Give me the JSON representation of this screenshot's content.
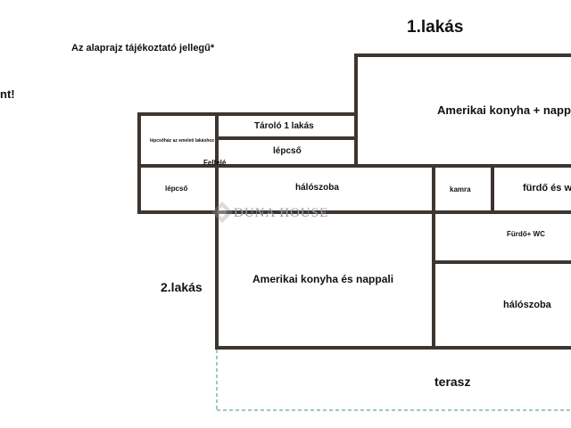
{
  "header": {
    "apartment_1": "1.lakás",
    "disclaimer": "Az alaprajz tájékoztató jellegű*",
    "left_fragment": "nt!"
  },
  "rooms": {
    "kitchen_1": "Amerikai konyha + nappali",
    "storage": "Tároló 1 lakás",
    "stair_upper": "lépcső",
    "stair_note": "lépcsőház az emeleti lakáshoz",
    "up_label": "Felfelé",
    "stair_lower": "lépcső",
    "bedroom_top": "hálószoba",
    "pantry": "kamra",
    "bath_top": "fürdő és wc",
    "bath_mid": "Fürdő+ WC",
    "apartment_2": "2.lakás",
    "kitchen_2": "Amerikai konyha és nappali",
    "bedroom_bottom": "hálószoba",
    "terrace": "terasz"
  },
  "watermark": {
    "brand": "DUNA HOUSE"
  },
  "colors": {
    "wall": "#3d3530",
    "terrace_dash": "#7fb5a8",
    "watermark": "#9a9a9a"
  }
}
